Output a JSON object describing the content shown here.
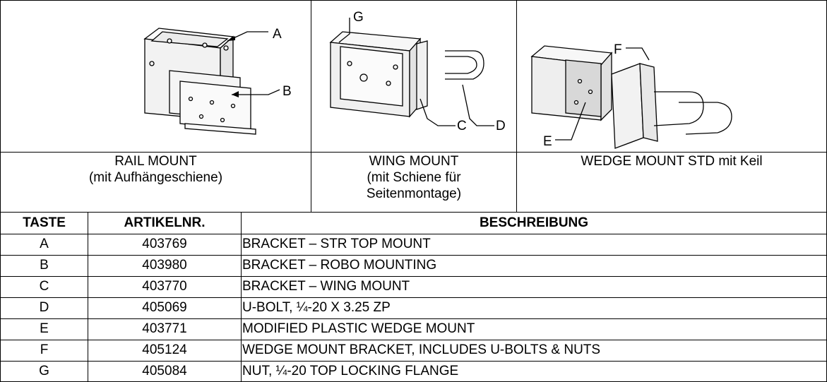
{
  "images": {
    "rail": {
      "callouts": [
        "A",
        "B"
      ]
    },
    "wing": {
      "callouts": [
        "G",
        "C",
        "D"
      ]
    },
    "wedge": {
      "callouts": [
        "F",
        "E"
      ]
    }
  },
  "captions": {
    "rail_line1": "RAIL MOUNT",
    "rail_line2": "(mit Aufhängeschiene)",
    "wing_line1": "WING MOUNT",
    "wing_line2": "(mit Schiene für",
    "wing_line3": "Seitenmontage)",
    "wedge_line1": "WEDGE MOUNT STD mit Keil"
  },
  "table": {
    "headers": {
      "key": "TASTE",
      "part": "ARTIKELNR.",
      "desc": "BESCHREIBUNG"
    },
    "rows": [
      {
        "key": "A",
        "part": "403769",
        "desc": "BRACKET – STR TOP MOUNT"
      },
      {
        "key": "B",
        "part": "403980",
        "desc": "BRACKET – ROBO MOUNTING"
      },
      {
        "key": "C",
        "part": "403770",
        "desc": "BRACKET – WING MOUNT"
      },
      {
        "key": "D",
        "part": "405069",
        "desc": "U-BOLT, ¼-20 X 3.25 ZP"
      },
      {
        "key": "E",
        "part": "403771",
        "desc": "MODIFIED PLASTIC WEDGE MOUNT"
      },
      {
        "key": "F",
        "part": "405124",
        "desc": "WEDGE MOUNT BRACKET, INCLUDES U-BOLTS & NUTS"
      },
      {
        "key": "G",
        "part": "405084",
        "desc": "NUT, ¼-20 TOP LOCKING FLANGE"
      }
    ]
  }
}
